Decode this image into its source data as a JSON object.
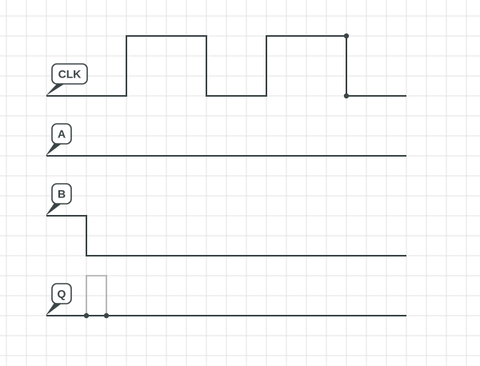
{
  "diagram": {
    "signals": [
      {
        "id": "clk",
        "label": "CLK"
      },
      {
        "id": "a",
        "label": "A"
      },
      {
        "id": "b",
        "label": "B"
      },
      {
        "id": "q",
        "label": "Q"
      }
    ]
  }
}
